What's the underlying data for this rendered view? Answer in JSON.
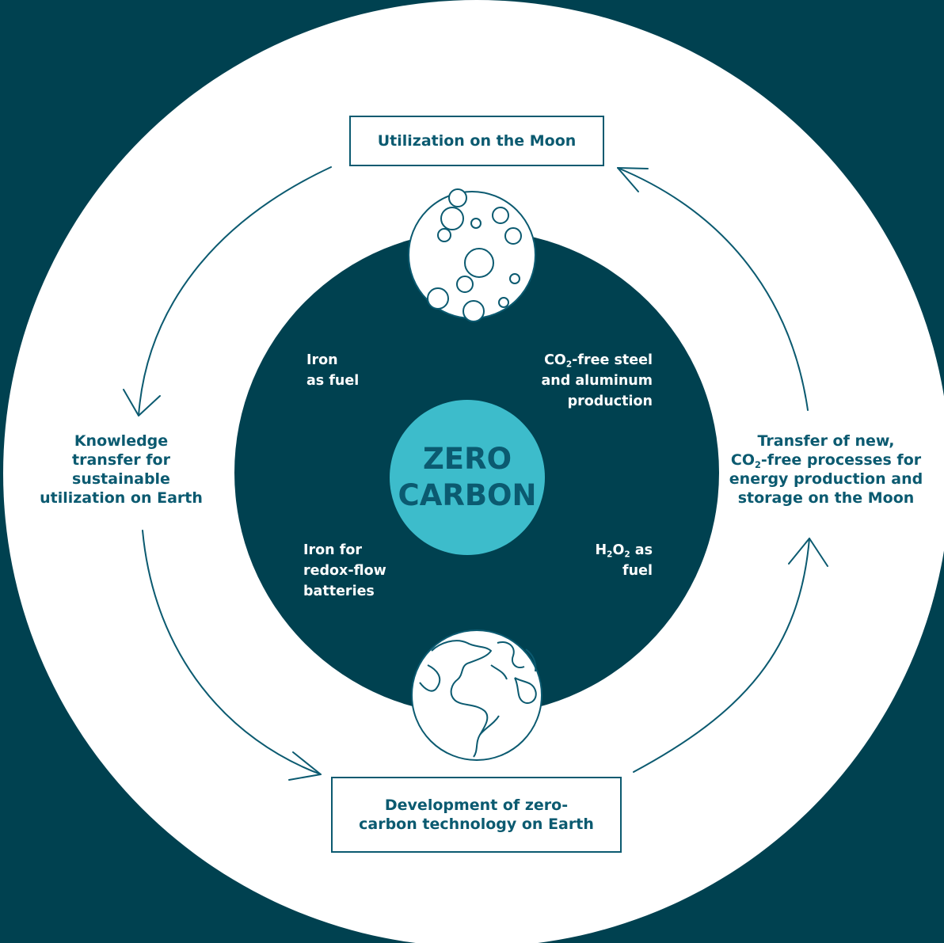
{
  "colors": {
    "background": "#004150",
    "ring": "#ffffff",
    "inner_disc": "#004150",
    "center": "#3dbccb",
    "text_primary": "#0b5a70",
    "text_inner": "#ffffff"
  },
  "center": {
    "line1": "ZERO",
    "line2": "CARBON"
  },
  "top_box": {
    "text": "Utilization on the Moon"
  },
  "bottom_box": {
    "line1": "Development of zero-",
    "line2": "carbon technology on Earth"
  },
  "left_label": {
    "line1": "Knowledge",
    "line2": "transfer for",
    "line3": "sustainable",
    "line4": "utilization on Earth"
  },
  "right_label": {
    "line1": "Transfer of new,",
    "line2_pre": "CO",
    "line2_sub": "2",
    "line2_post": "-free processes for",
    "line3": "energy production and",
    "line4": "storage on the Moon"
  },
  "inner_labels": {
    "top_left": {
      "line1": "Iron",
      "line2": "as fuel"
    },
    "top_right": {
      "line1_pre": "CO",
      "line1_sub": "2",
      "line1_post": "-free steel",
      "line2": "and aluminum",
      "line3": "production"
    },
    "bottom_left": {
      "line1": "Iron for",
      "line2": "redox-flow",
      "line3": "batteries"
    },
    "bottom_right": {
      "line1_a": "H",
      "line1_sub1": "2",
      "line1_b": "O",
      "line1_sub2": "2",
      "line1_c": " as",
      "line2": "fuel"
    }
  },
  "icons": {
    "moon": "moon-icon",
    "earth": "earth-globe-icon"
  }
}
